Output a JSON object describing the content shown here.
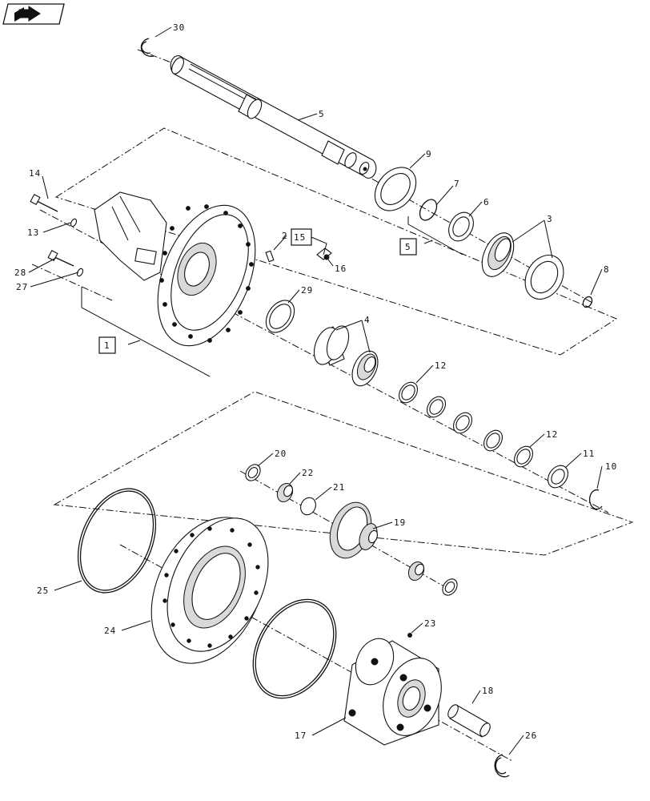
{
  "nav_icon": "page-forward-arrow-icon",
  "callouts": {
    "c1": "1",
    "c2": "2",
    "c3": "3",
    "c4": "4",
    "c5": "5",
    "c5box": "5",
    "c6": "6",
    "c7": "7",
    "c8": "8",
    "c9": "9",
    "c10": "10",
    "c11": "11",
    "c12a": "12",
    "c12b": "12",
    "c13": "13",
    "c14": "14",
    "c15": "15",
    "c16": "16",
    "c17": "17",
    "c18": "18",
    "c19": "19",
    "c20": "20",
    "c21": "21",
    "c22": "22",
    "c23": "23",
    "c24": "24",
    "c25": "25",
    "c26": "26",
    "c27": "27",
    "c28": "28",
    "c29": "29",
    "c30": "30"
  }
}
